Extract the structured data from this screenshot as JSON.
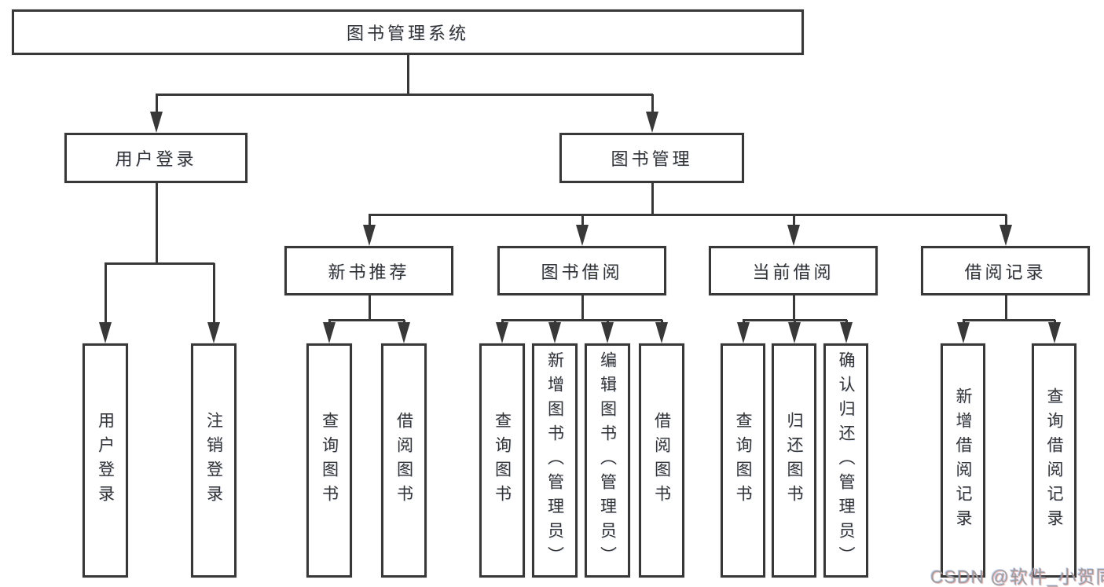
{
  "diagram": {
    "title": "图书管理系统",
    "colors": {
      "line": "#383838",
      "text": "#333333",
      "watermark": "#9d9d9d",
      "background": "#ffffff"
    },
    "watermark": "CSDN @软件_小贺同学",
    "tree": {
      "id": "root",
      "label": "图书管理系统",
      "children": [
        {
          "id": "user-login",
          "label": "用户登录",
          "children": [
            {
              "id": "user-login-leaf",
              "label": "用户登录"
            },
            {
              "id": "logout-leaf",
              "label": "注销登录"
            }
          ]
        },
        {
          "id": "book-mgmt",
          "label": "图书管理",
          "children": [
            {
              "id": "new-book-rec",
              "label": "新书推荐",
              "children": [
                {
                  "id": "nbr-query-books",
                  "label": "查询图书"
                },
                {
                  "id": "nbr-borrow-books",
                  "label": "借阅图书"
                }
              ]
            },
            {
              "id": "book-borrow",
              "label": "图书借阅",
              "children": [
                {
                  "id": "bb-query-books",
                  "label": "查询图书"
                },
                {
                  "id": "bb-add-books",
                  "label": "新增图书（管理员）"
                },
                {
                  "id": "bb-edit-books",
                  "label": "编辑图书（管理员）"
                },
                {
                  "id": "bb-borrow-books",
                  "label": "借阅图书"
                }
              ]
            },
            {
              "id": "current-borrow",
              "label": "当前借阅",
              "children": [
                {
                  "id": "cb-query-books",
                  "label": "查询图书"
                },
                {
                  "id": "cb-return-books",
                  "label": "归还图书"
                },
                {
                  "id": "cb-confirm-return",
                  "label": "确认归还（管理员）"
                }
              ]
            },
            {
              "id": "borrow-records",
              "label": "借阅记录",
              "children": [
                {
                  "id": "br-add-record",
                  "label": "新增借阅记录"
                },
                {
                  "id": "br-query-record",
                  "label": "查询借阅记录"
                }
              ]
            }
          ]
        }
      ]
    }
  }
}
